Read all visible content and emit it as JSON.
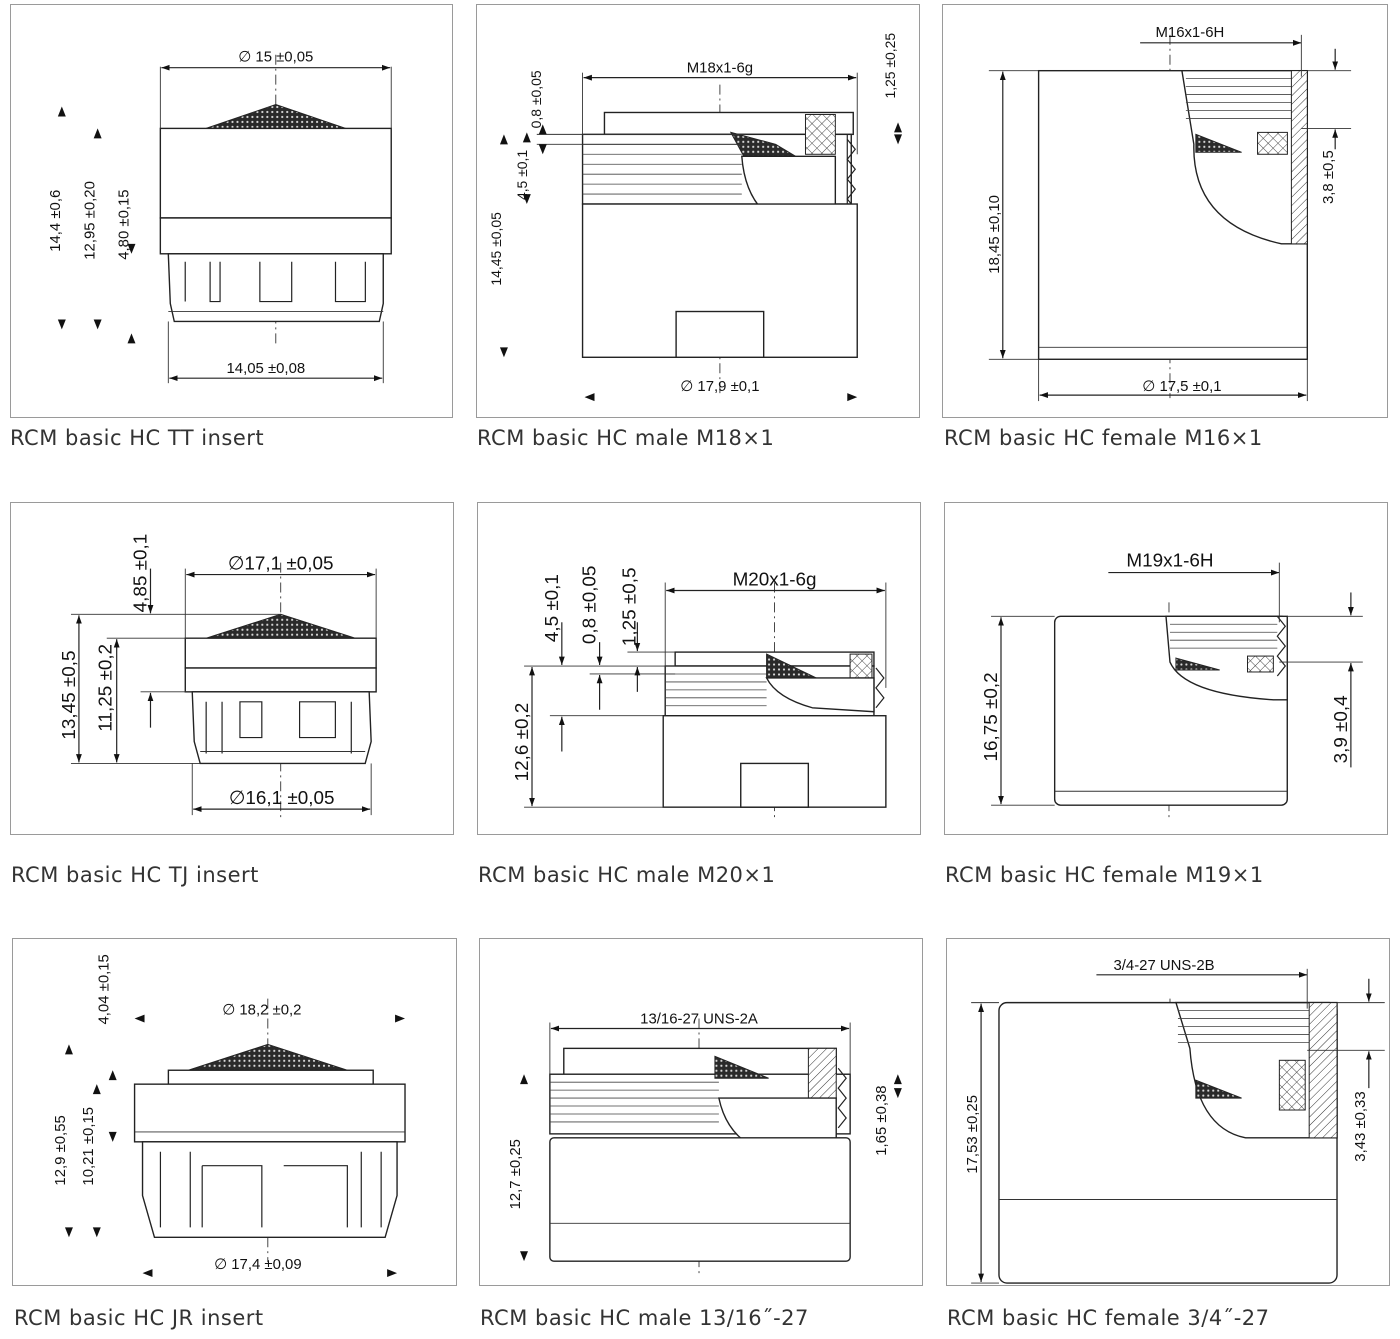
{
  "panels": [
    {
      "caption": "RCM basic HC TT insert",
      "dims": {
        "top": "15 ±0,05",
        "bottom": "14,05 ±0,08",
        "v1": "14,4 ±0,6",
        "v2": "12,95 ±0,20",
        "v3": "4,80 ±0,15"
      }
    },
    {
      "caption": "RCM basic HC male M18×1",
      "dims": {
        "thread": "M18x1-6g",
        "bottom": "17,9 ±0,1",
        "v1": "14,45 ±0,05",
        "v2": "4,5 ±0,1",
        "v3": "0,8 ±0,05",
        "v4": "1,25 ±0,25"
      }
    },
    {
      "caption": "RCM basic HC female M16×1",
      "dims": {
        "thread": "M16x1-6H",
        "bottom": "17,5 ±0,1",
        "v1": "18,45 ±0,10",
        "v2": "3,8 ±0,5"
      }
    },
    {
      "caption": "RCM basic HC TJ insert",
      "dims": {
        "top": "17,1 ±0,05",
        "bottom": "16,1 ±0,05",
        "v1": "13,45 ±0,5",
        "v2": "11,25 ±0,2",
        "v3": "4,85 ±0,1"
      }
    },
    {
      "caption": "RCM basic HC male M20×1",
      "dims": {
        "thread": "M20x1-6g",
        "v1": "12,6 ±0,2",
        "v2": "4,5 ±0,1",
        "v3": "0,8 ±0,05",
        "v4": "1,25 ±0,5"
      }
    },
    {
      "caption": "RCM basic HC female M19×1",
      "dims": {
        "thread": "M19x1-6H",
        "v1": "16,75 ±0,2",
        "v2": "3,9 ±0,4"
      }
    },
    {
      "caption": "RCM basic HC JR insert",
      "dims": {
        "top": "18,2 ±0,2",
        "bottom": "17,4 ±0,09",
        "v1": "12,9 ±0,55",
        "v2": "10,21 ±0,15",
        "v3": "4,04 ±0,15"
      }
    },
    {
      "caption": "RCM basic HC male 13/16˝-27",
      "dims": {
        "thread": "13/16-27 UNS-2A",
        "v1": "12,7 ±0,25",
        "v2": "1,65 ±0,38"
      }
    },
    {
      "caption": "RCM basic HC female 3/4˝-27",
      "dims": {
        "thread": "3/4-27 UNS-2B",
        "v1": "17,53 ±0,25",
        "v2": "3,43 ±0,33"
      }
    }
  ],
  "symbols": {
    "diameter": "∅"
  }
}
